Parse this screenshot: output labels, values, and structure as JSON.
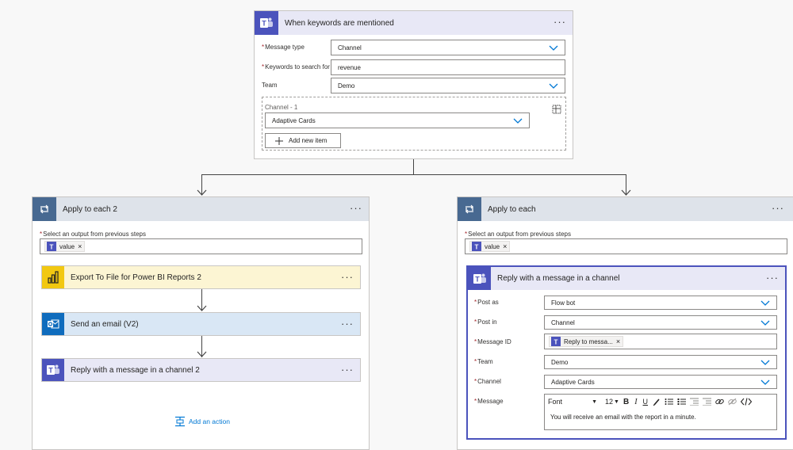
{
  "trigger": {
    "title": "When keywords are mentioned",
    "message_type_label": "Message type",
    "message_type_value": "Channel",
    "keywords_label": "Keywords to search for",
    "keywords_value": "revenue",
    "team_label": "Team",
    "team_value": "Demo",
    "channel_label": "Channel - 1",
    "channel_value": "Adaptive Cards",
    "add_item_label": "Add new item"
  },
  "left": {
    "title": "Apply to each 2",
    "select_label": "Select an output from previous steps",
    "chip": "value",
    "steps": [
      {
        "title": "Export To File for Power BI Reports 2"
      },
      {
        "title": "Send an email (V2)"
      },
      {
        "title": "Reply with a message in a channel 2"
      }
    ],
    "add_action": "Add an action"
  },
  "right": {
    "title": "Apply to each",
    "select_label": "Select an output from previous steps",
    "chip": "value",
    "reply": {
      "title": "Reply with a message in a channel",
      "post_as_label": "Post as",
      "post_as_value": "Flow bot",
      "post_in_label": "Post in",
      "post_in_value": "Channel",
      "message_id_label": "Message ID",
      "message_id_chip": "Reply to messa...",
      "team_label": "Team",
      "team_value": "Demo",
      "channel_label": "Channel",
      "channel_value": "Adaptive Cards",
      "message_label": "Message",
      "font_value": "Font",
      "size_value": "12",
      "message_text": "You will receive an email with the report in a minute."
    }
  },
  "colors": {
    "teams": "#4b53bc",
    "teams_head": "#e8e8f6",
    "loop": "#486991",
    "loop_head": "#dee3ea",
    "powerbi": "#f2c811",
    "powerbi_head": "#fcf5d3",
    "outlook": "#0f6cbd",
    "outlook_head": "#d9e7f5",
    "link": "#0078d4"
  }
}
